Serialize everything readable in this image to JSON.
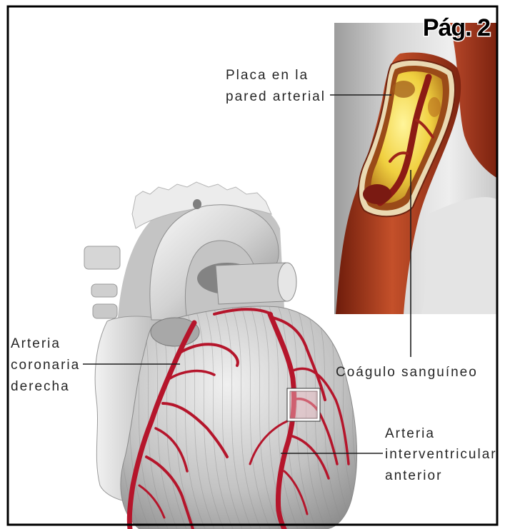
{
  "page_label": "Pág. 2",
  "labels": {
    "plaque": [
      "Placa en la",
      "pared arterial"
    ],
    "clot": "Coágulo sanguíneo",
    "right_coronary": [
      "Arteria",
      "coronaria",
      "derecha"
    ],
    "anterior_interventricular": [
      "Arteria",
      "interventricular",
      "anterior"
    ]
  },
  "colors": {
    "artery_red": "#b5152b",
    "vessel_wall": "#a8391c",
    "plaque_yellow": "#f3dc50",
    "heart_gray": "#b8b8b8"
  }
}
